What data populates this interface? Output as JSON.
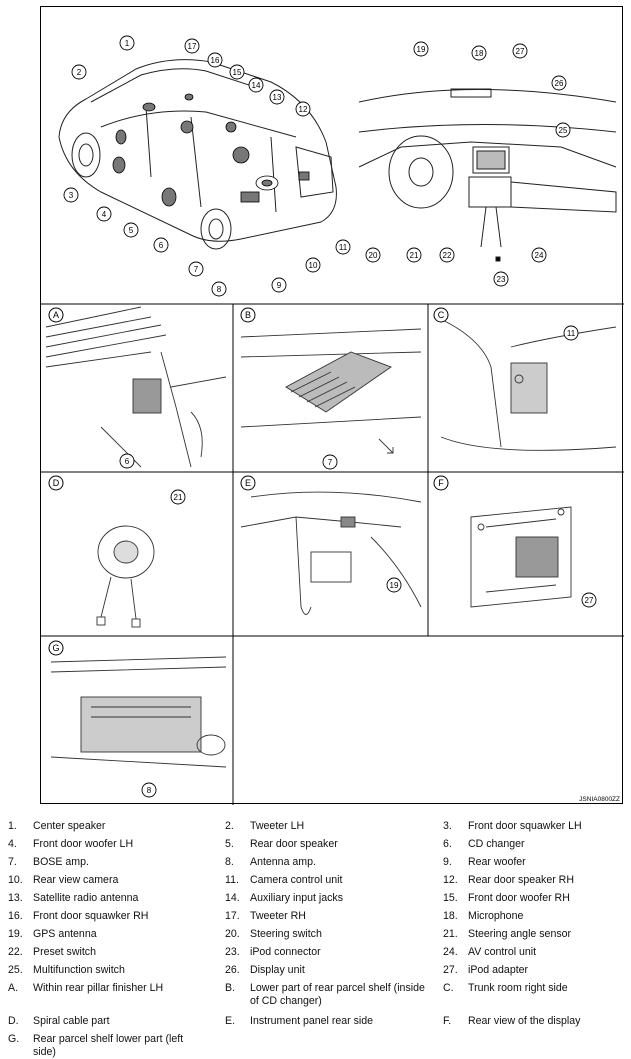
{
  "figure": {
    "code": "JSNIA0800ZZ",
    "panels": [
      "A",
      "B",
      "C",
      "D",
      "E",
      "F",
      "G"
    ],
    "callouts": {
      "overview_car": [
        "1",
        "2",
        "3",
        "4",
        "5",
        "6",
        "7",
        "8",
        "9",
        "10",
        "11",
        "12",
        "13",
        "14",
        "15",
        "16",
        "17"
      ],
      "overview_dash": [
        "18",
        "19",
        "20",
        "21",
        "22",
        "23",
        "24",
        "25",
        "26",
        "27"
      ],
      "A": "6",
      "B": "7",
      "C": "11",
      "D": "21",
      "E": "19",
      "F": "27",
      "G": "8"
    }
  },
  "legend": [
    [
      {
        "num": "1.",
        "text": "Center speaker"
      },
      {
        "num": "2.",
        "text": "Tweeter LH"
      },
      {
        "num": "3.",
        "text": "Front door squawker LH"
      }
    ],
    [
      {
        "num": "4.",
        "text": "Front door woofer LH"
      },
      {
        "num": "5.",
        "text": "Rear door speaker"
      },
      {
        "num": "6.",
        "text": "CD changer"
      }
    ],
    [
      {
        "num": "7.",
        "text": "BOSE amp."
      },
      {
        "num": "8.",
        "text": "Antenna amp."
      },
      {
        "num": "9.",
        "text": "Rear woofer"
      }
    ],
    [
      {
        "num": "10.",
        "text": "Rear view camera"
      },
      {
        "num": "11.",
        "text": "Camera control unit"
      },
      {
        "num": "12.",
        "text": "Rear door speaker RH"
      }
    ],
    [
      {
        "num": "13.",
        "text": "Satellite radio antenna"
      },
      {
        "num": "14.",
        "text": "Auxiliary input jacks"
      },
      {
        "num": "15.",
        "text": "Front door woofer RH"
      }
    ],
    [
      {
        "num": "16.",
        "text": "Front door squawker RH"
      },
      {
        "num": "17.",
        "text": "Tweeter RH"
      },
      {
        "num": "18.",
        "text": "Microphone"
      }
    ],
    [
      {
        "num": "19.",
        "text": "GPS antenna"
      },
      {
        "num": "20.",
        "text": "Steering switch"
      },
      {
        "num": "21.",
        "text": "Steering angle sensor"
      }
    ],
    [
      {
        "num": "22.",
        "text": "Preset switch"
      },
      {
        "num": "23.",
        "text": "iPod connector"
      },
      {
        "num": "24.",
        "text": "AV control unit"
      }
    ],
    [
      {
        "num": "25.",
        "text": "Multifunction switch"
      },
      {
        "num": "26.",
        "text": "Display unit"
      },
      {
        "num": "27.",
        "text": "iPod adapter"
      }
    ],
    [
      {
        "num": "A.",
        "text": "Within rear pillar finisher LH"
      },
      {
        "num": "B.",
        "text": "Lower part of rear parcel shelf (inside of CD changer)"
      },
      {
        "num": "C.",
        "text": "Trunk room right side"
      }
    ],
    [
      {
        "num": "D.",
        "text": "Spiral cable part"
      },
      {
        "num": "E.",
        "text": "Instrument panel rear side"
      },
      {
        "num": "F.",
        "text": "Rear view of the display"
      }
    ],
    [
      {
        "num": "G.",
        "text": "Rear parcel shelf lower part (left side)"
      }
    ]
  ]
}
